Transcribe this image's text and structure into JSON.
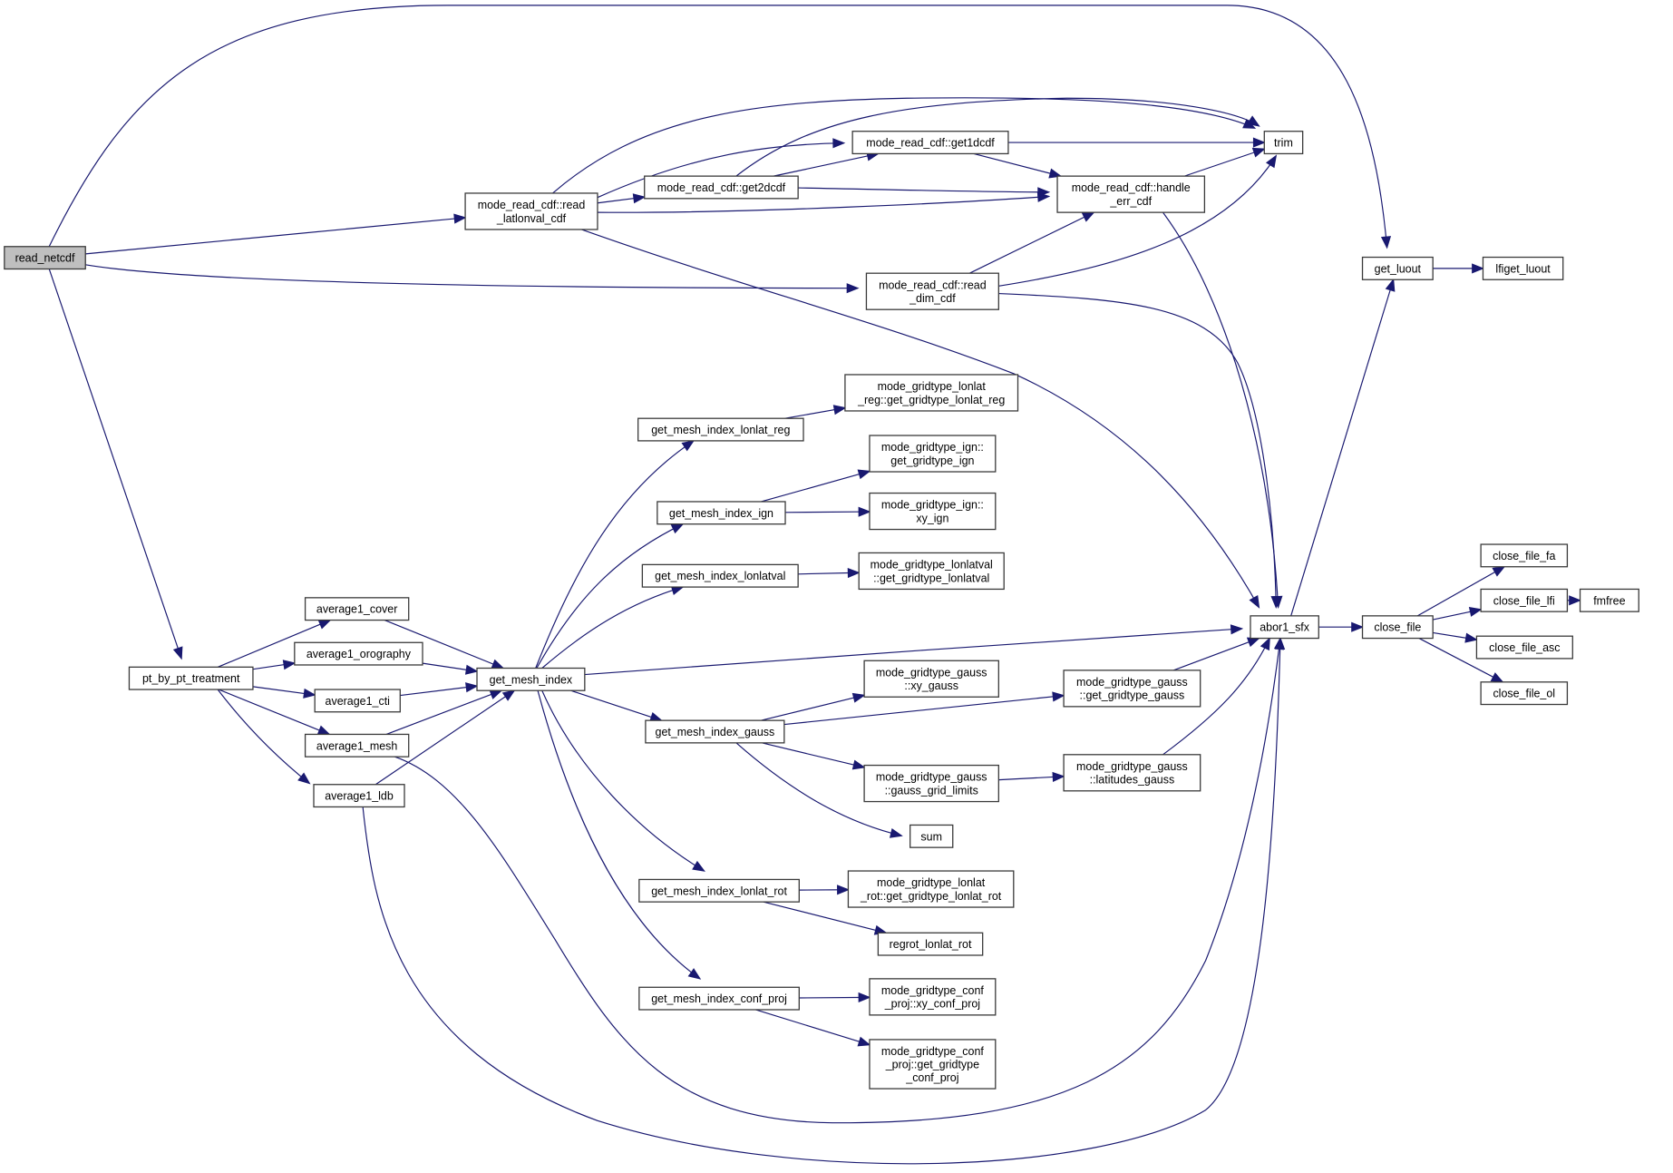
{
  "diagram": {
    "type": "call-graph",
    "colors": {
      "edge": "#191970",
      "node_border": "#3a3a3a",
      "root_fill": "#bfbfbf",
      "node_fill": "#ffffff"
    },
    "nodes": [
      {
        "id": "read_netcdf",
        "lines": [
          "read_netcdf"
        ],
        "root": true
      },
      {
        "id": "read_latlonval_cdf",
        "lines": [
          "mode_read_cdf::read",
          "_latlonval_cdf"
        ]
      },
      {
        "id": "get2dcdf",
        "lines": [
          "mode_read_cdf::get2dcdf"
        ]
      },
      {
        "id": "get1dcdf",
        "lines": [
          "mode_read_cdf::get1dcdf"
        ]
      },
      {
        "id": "trim",
        "lines": [
          "trim"
        ]
      },
      {
        "id": "handle_err_cdf",
        "lines": [
          "mode_read_cdf::handle",
          "_err_cdf"
        ]
      },
      {
        "id": "read_dim_cdf",
        "lines": [
          "mode_read_cdf::read",
          "_dim_cdf"
        ]
      },
      {
        "id": "get_luout",
        "lines": [
          "get_luout"
        ]
      },
      {
        "id": "lfiget_luout",
        "lines": [
          "lfiget_luout"
        ]
      },
      {
        "id": "gt_lonlat_reg",
        "lines": [
          "mode_gridtype_lonlat",
          "_reg::get_gridtype_lonlat_reg"
        ]
      },
      {
        "id": "gmi_lonlat_reg",
        "lines": [
          "get_mesh_index_lonlat_reg"
        ]
      },
      {
        "id": "gt_ign_get",
        "lines": [
          "mode_gridtype_ign::",
          "get_gridtype_ign"
        ]
      },
      {
        "id": "gmi_ign",
        "lines": [
          "get_mesh_index_ign"
        ]
      },
      {
        "id": "gt_ign_xy",
        "lines": [
          "mode_gridtype_ign::",
          "xy_ign"
        ]
      },
      {
        "id": "gmi_lonlatval",
        "lines": [
          "get_mesh_index_lonlatval"
        ]
      },
      {
        "id": "gt_lonlatval",
        "lines": [
          "mode_gridtype_lonlatval",
          "::get_gridtype_lonlatval"
        ]
      },
      {
        "id": "average1_cover",
        "lines": [
          "average1_cover"
        ]
      },
      {
        "id": "average1_orography",
        "lines": [
          "average1_orography"
        ]
      },
      {
        "id": "pt_by_pt_treatment",
        "lines": [
          "pt_by_pt_treatment"
        ]
      },
      {
        "id": "get_mesh_index",
        "lines": [
          "get_mesh_index"
        ]
      },
      {
        "id": "average1_cti",
        "lines": [
          "average1_cti"
        ]
      },
      {
        "id": "average1_mesh",
        "lines": [
          "average1_mesh"
        ]
      },
      {
        "id": "average1_ldb",
        "lines": [
          "average1_ldb"
        ]
      },
      {
        "id": "abor1_sfx",
        "lines": [
          "abor1_sfx"
        ]
      },
      {
        "id": "close_file",
        "lines": [
          "close_file"
        ]
      },
      {
        "id": "close_file_fa",
        "lines": [
          "close_file_fa"
        ]
      },
      {
        "id": "close_file_lfi",
        "lines": [
          "close_file_lfi"
        ]
      },
      {
        "id": "fmfree",
        "lines": [
          "fmfree"
        ]
      },
      {
        "id": "close_file_asc",
        "lines": [
          "close_file_asc"
        ]
      },
      {
        "id": "close_file_ol",
        "lines": [
          "close_file_ol"
        ]
      },
      {
        "id": "gt_gauss_xy",
        "lines": [
          "mode_gridtype_gauss",
          "::xy_gauss"
        ]
      },
      {
        "id": "gt_gauss_get",
        "lines": [
          "mode_gridtype_gauss",
          "::get_gridtype_gauss"
        ]
      },
      {
        "id": "gmi_gauss",
        "lines": [
          "get_mesh_index_gauss"
        ]
      },
      {
        "id": "gt_gauss_limits",
        "lines": [
          "mode_gridtype_gauss",
          "::gauss_grid_limits"
        ]
      },
      {
        "id": "gt_gauss_lat",
        "lines": [
          "mode_gridtype_gauss",
          "::latitudes_gauss"
        ]
      },
      {
        "id": "sum",
        "lines": [
          "sum"
        ]
      },
      {
        "id": "gmi_lonlat_rot",
        "lines": [
          "get_mesh_index_lonlat_rot"
        ]
      },
      {
        "id": "gt_lonlat_rot",
        "lines": [
          "mode_gridtype_lonlat",
          "_rot::get_gridtype_lonlat_rot"
        ]
      },
      {
        "id": "regrot_lonlat_rot",
        "lines": [
          "regrot_lonlat_rot"
        ]
      },
      {
        "id": "gmi_conf_proj",
        "lines": [
          "get_mesh_index_conf_proj"
        ]
      },
      {
        "id": "gt_conf_xy",
        "lines": [
          "mode_gridtype_conf",
          "_proj::xy_conf_proj"
        ]
      },
      {
        "id": "gt_conf_get",
        "lines": [
          "mode_gridtype_conf",
          "_proj::get_gridtype",
          "_conf_proj"
        ]
      }
    ],
    "edges": [
      [
        "read_netcdf",
        "read_latlonval_cdf"
      ],
      [
        "read_netcdf",
        "read_dim_cdf"
      ],
      [
        "read_netcdf",
        "get_luout"
      ],
      [
        "read_netcdf",
        "pt_by_pt_treatment"
      ],
      [
        "read_latlonval_cdf",
        "get2dcdf"
      ],
      [
        "read_latlonval_cdf",
        "get1dcdf"
      ],
      [
        "read_latlonval_cdf",
        "trim"
      ],
      [
        "read_latlonval_cdf",
        "handle_err_cdf"
      ],
      [
        "read_latlonval_cdf",
        "abor1_sfx"
      ],
      [
        "get2dcdf",
        "get1dcdf"
      ],
      [
        "get2dcdf",
        "handle_err_cdf"
      ],
      [
        "get2dcdf",
        "trim"
      ],
      [
        "get1dcdf",
        "trim"
      ],
      [
        "get1dcdf",
        "handle_err_cdf"
      ],
      [
        "handle_err_cdf",
        "trim"
      ],
      [
        "handle_err_cdf",
        "abor1_sfx"
      ],
      [
        "read_dim_cdf",
        "handle_err_cdf"
      ],
      [
        "read_dim_cdf",
        "trim"
      ],
      [
        "read_dim_cdf",
        "abor1_sfx"
      ],
      [
        "get_luout",
        "lfiget_luout"
      ],
      [
        "pt_by_pt_treatment",
        "average1_cover"
      ],
      [
        "pt_by_pt_treatment",
        "average1_orography"
      ],
      [
        "pt_by_pt_treatment",
        "average1_cti"
      ],
      [
        "pt_by_pt_treatment",
        "average1_mesh"
      ],
      [
        "pt_by_pt_treatment",
        "average1_ldb"
      ],
      [
        "average1_cover",
        "get_mesh_index"
      ],
      [
        "average1_orography",
        "get_mesh_index"
      ],
      [
        "average1_cti",
        "get_mesh_index"
      ],
      [
        "average1_mesh",
        "get_mesh_index"
      ],
      [
        "average1_ldb",
        "get_mesh_index"
      ],
      [
        "average1_mesh",
        "abor1_sfx"
      ],
      [
        "average1_ldb",
        "abor1_sfx"
      ],
      [
        "get_mesh_index",
        "gmi_lonlat_reg"
      ],
      [
        "get_mesh_index",
        "gmi_ign"
      ],
      [
        "get_mesh_index",
        "gmi_lonlatval"
      ],
      [
        "get_mesh_index",
        "abor1_sfx"
      ],
      [
        "get_mesh_index",
        "gmi_gauss"
      ],
      [
        "get_mesh_index",
        "gmi_lonlat_rot"
      ],
      [
        "get_mesh_index",
        "gmi_conf_proj"
      ],
      [
        "gmi_lonlat_reg",
        "gt_lonlat_reg"
      ],
      [
        "gmi_ign",
        "gt_ign_get"
      ],
      [
        "gmi_ign",
        "gt_ign_xy"
      ],
      [
        "gmi_lonlatval",
        "gt_lonlatval"
      ],
      [
        "gmi_gauss",
        "gt_gauss_xy"
      ],
      [
        "gmi_gauss",
        "gt_gauss_get"
      ],
      [
        "gmi_gauss",
        "gt_gauss_limits"
      ],
      [
        "gmi_gauss",
        "sum"
      ],
      [
        "gt_gauss_limits",
        "gt_gauss_lat"
      ],
      [
        "gt_gauss_get",
        "abor1_sfx"
      ],
      [
        "gt_gauss_lat",
        "abor1_sfx"
      ],
      [
        "gmi_lonlat_rot",
        "gt_lonlat_rot"
      ],
      [
        "gmi_lonlat_rot",
        "regrot_lonlat_rot"
      ],
      [
        "gmi_conf_proj",
        "gt_conf_xy"
      ],
      [
        "gmi_conf_proj",
        "gt_conf_get"
      ],
      [
        "abor1_sfx",
        "get_luout"
      ],
      [
        "abor1_sfx",
        "close_file"
      ],
      [
        "close_file",
        "close_file_fa"
      ],
      [
        "close_file",
        "close_file_lfi"
      ],
      [
        "close_file",
        "close_file_asc"
      ],
      [
        "close_file",
        "close_file_ol"
      ],
      [
        "close_file_lfi",
        "fmfree"
      ]
    ]
  }
}
